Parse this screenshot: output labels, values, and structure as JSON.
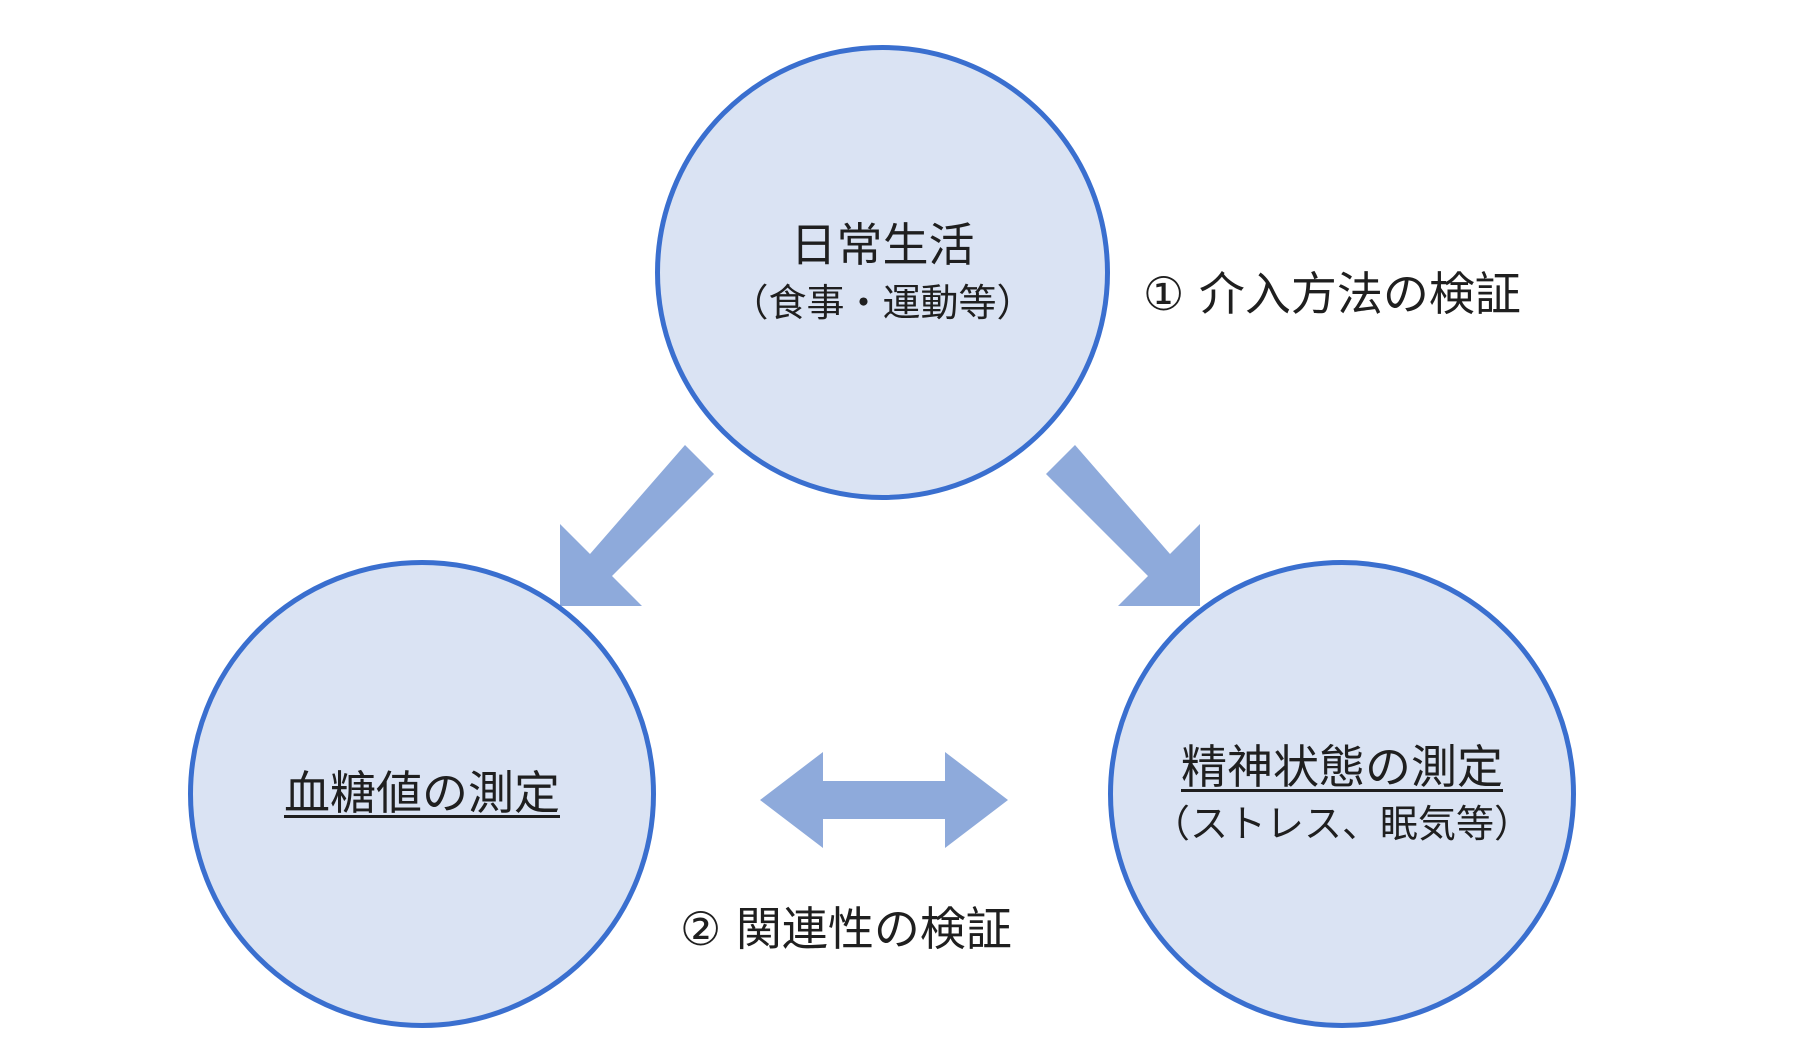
{
  "nodes": {
    "daily_life": {
      "title": "日常生活",
      "subtitle": "（食事・運動等）"
    },
    "blood_glucose": {
      "title": "血糖値の測定"
    },
    "mental_state": {
      "title": "精神状態の測定",
      "subtitle": "（ストレス、眠気等）"
    }
  },
  "labels": {
    "intervention": "① 介入方法の検証",
    "relationship": "② 関連性の検証"
  },
  "colors": {
    "circle_fill": "#dae3f3",
    "circle_border": "#3a6fcf",
    "arrow": "#8eaadb"
  }
}
